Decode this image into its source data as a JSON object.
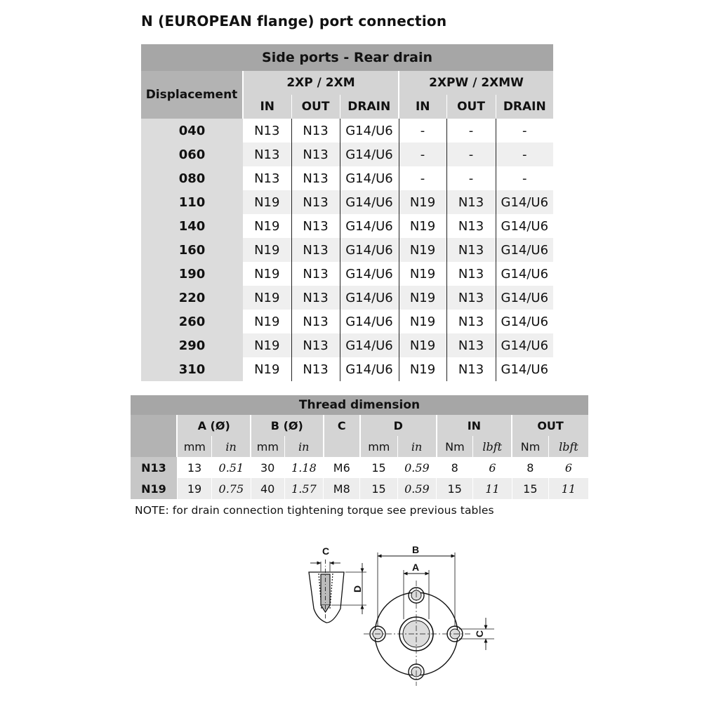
{
  "title": "N (EUROPEAN flange) port connection",
  "table1": {
    "heading": "Side ports - Rear drain",
    "first_col_label": "Displacement",
    "groups": [
      "2XP / 2XM",
      "2XPW / 2XMW"
    ],
    "columns": [
      "IN",
      "OUT",
      "DRAIN",
      "IN",
      "OUT",
      "DRAIN"
    ],
    "rows": [
      [
        "040",
        "N13",
        "N13",
        "G14/U6",
        "-",
        "-",
        "-"
      ],
      [
        "060",
        "N13",
        "N13",
        "G14/U6",
        "-",
        "-",
        "-"
      ],
      [
        "080",
        "N13",
        "N13",
        "G14/U6",
        "-",
        "-",
        "-"
      ],
      [
        "110",
        "N19",
        "N13",
        "G14/U6",
        "N19",
        "N13",
        "G14/U6"
      ],
      [
        "140",
        "N19",
        "N13",
        "G14/U6",
        "N19",
        "N13",
        "G14/U6"
      ],
      [
        "160",
        "N19",
        "N13",
        "G14/U6",
        "N19",
        "N13",
        "G14/U6"
      ],
      [
        "190",
        "N19",
        "N13",
        "G14/U6",
        "N19",
        "N13",
        "G14/U6"
      ],
      [
        "220",
        "N19",
        "N13",
        "G14/U6",
        "N19",
        "N13",
        "G14/U6"
      ],
      [
        "260",
        "N19",
        "N13",
        "G14/U6",
        "N19",
        "N13",
        "G14/U6"
      ],
      [
        "290",
        "N19",
        "N13",
        "G14/U6",
        "N19",
        "N13",
        "G14/U6"
      ],
      [
        "310",
        "N19",
        "N13",
        "G14/U6",
        "N19",
        "N13",
        "G14/U6"
      ]
    ]
  },
  "table2": {
    "heading": "Thread dimension",
    "groups": [
      "A (Ø)",
      "B (Ø)",
      "C",
      "D",
      "IN",
      "OUT"
    ],
    "units": [
      "mm",
      "in",
      "mm",
      "in",
      "",
      "mm",
      "in",
      "Nm",
      "lbft",
      "Nm",
      "lbft"
    ],
    "rows": [
      [
        "N13",
        "13",
        "0.51",
        "30",
        "1.18",
        "M6",
        "15",
        "0.59",
        "8",
        "6",
        "8",
        "6"
      ],
      [
        "N19",
        "19",
        "0.75",
        "40",
        "1.57",
        "M8",
        "15",
        "0.59",
        "15",
        "11",
        "15",
        "11"
      ]
    ]
  },
  "note": "NOTE: for drain connection tightening torque see previous tables",
  "drawing_labels": {
    "c_side": "C",
    "d_side": "D",
    "b_top": "B",
    "a_top": "A",
    "c_right": "C"
  }
}
